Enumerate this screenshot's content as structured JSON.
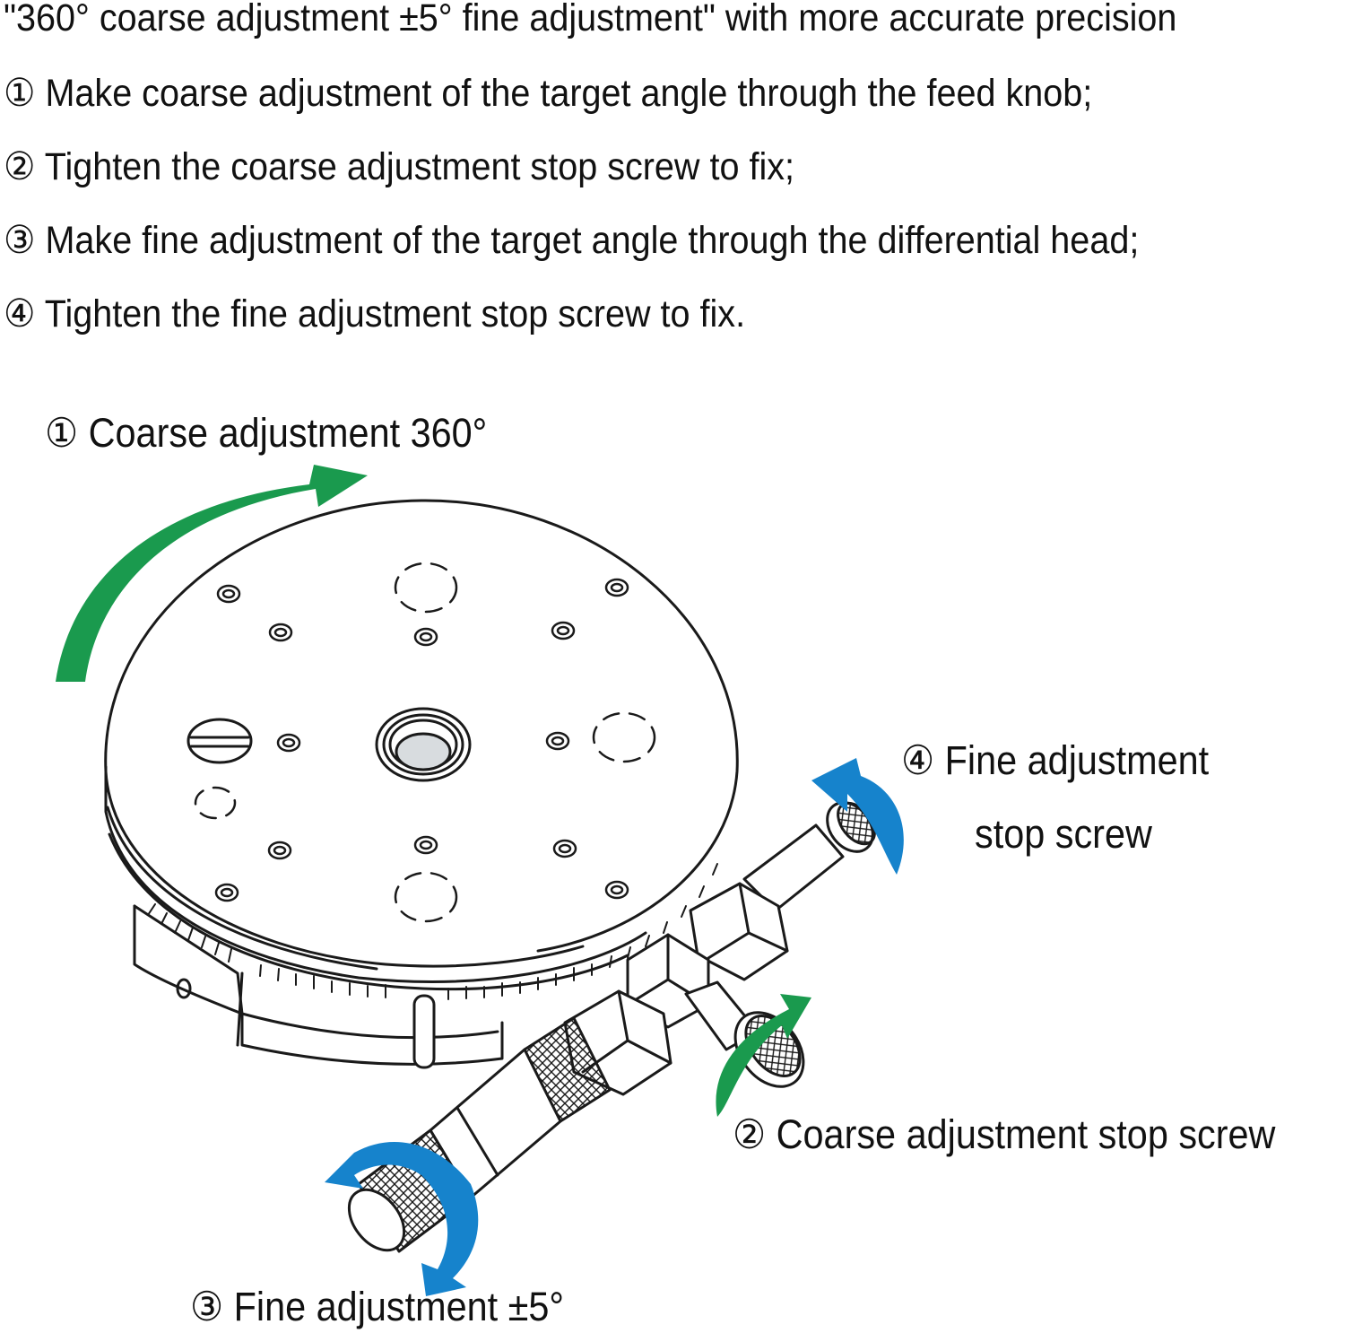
{
  "intro": {
    "heading": "\"360° coarse adjustment ±5° fine adjustment\" with more accurate precision",
    "steps": [
      "① Make coarse adjustment of the target angle through the feed knob;",
      "② Tighten the coarse adjustment stop screw to fix;",
      "③ Make fine adjustment of the target angle through the differential head;",
      "④ Tighten the fine adjustment stop screw to fix."
    ]
  },
  "diagram": {
    "label_coarse": "① Coarse adjustment 360°",
    "label_fine_stop_1": "④ Fine adjustment",
    "label_fine_stop_2": "stop screw",
    "label_coarse_stop": "② Coarse adjustment stop screw",
    "label_fine": "③ Fine adjustment ±5°",
    "colors": {
      "green_arrow": "#1a9a4e",
      "blue_arrow": "#1683cc",
      "outline": "#1a1a1a"
    }
  }
}
